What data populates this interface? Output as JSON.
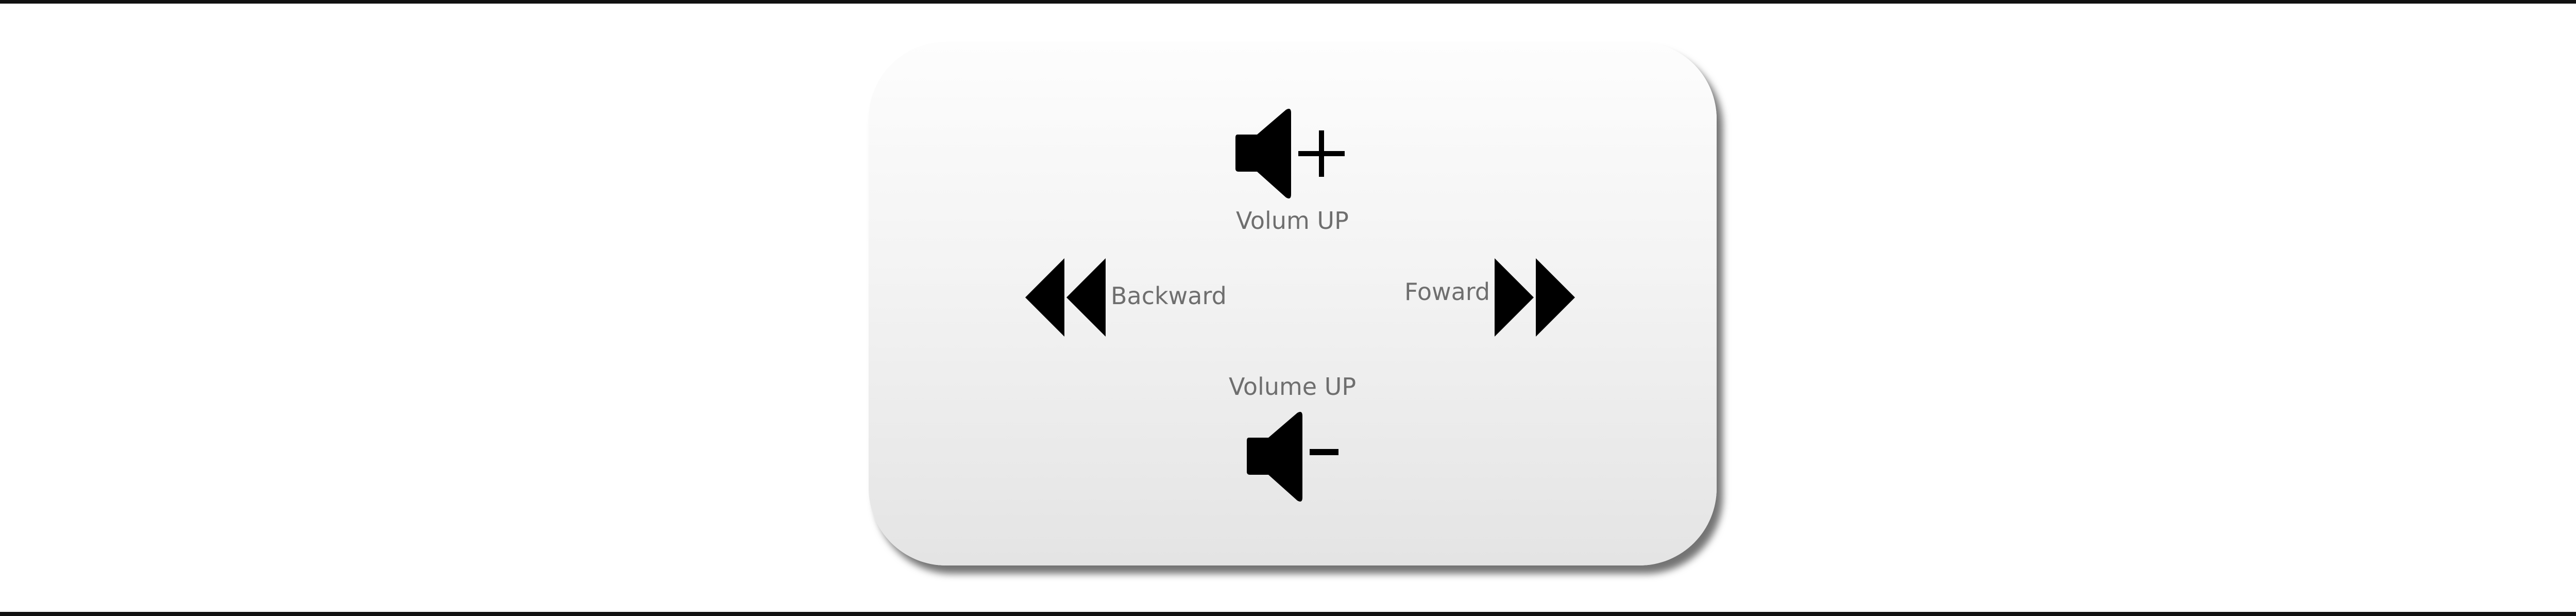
{
  "controls": {
    "volume_up": {
      "label": "Volum UP",
      "icon": "speaker-plus-icon"
    },
    "backward": {
      "label": "Backward",
      "icon": "rewind-icon"
    },
    "forward": {
      "label": "Foward",
      "icon": "fast-forward-icon"
    },
    "volume_down": {
      "label": "Volume UP",
      "icon": "speaker-minus-icon"
    }
  },
  "colors": {
    "icon": "#000000",
    "label": "#6e6e6e",
    "panel_top": "#fdfdfd",
    "panel_bottom": "#e4e4e4",
    "frame_border": "#111111"
  }
}
